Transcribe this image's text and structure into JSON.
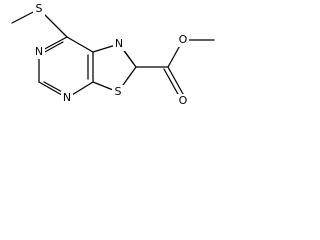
{
  "molecule": {
    "atoms": {
      "s_methylthio": "S",
      "n_pyrimidine_top": "N",
      "n_pyrimidine_bottom": "N",
      "n_thiazole": "N",
      "s_thiazole": "S",
      "o_carbonyl": "O",
      "o_ester": "O"
    }
  }
}
